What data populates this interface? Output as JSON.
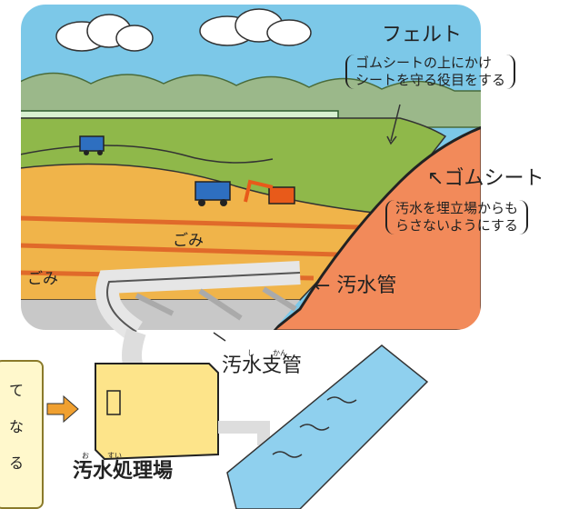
{
  "labels": {
    "felt": "フェルト",
    "felt_note": [
      "ゴムシートの上にかけ",
      "シートを守る役目をする"
    ],
    "rubber_sheet": "ゴムシート",
    "rubber_note": [
      "汚水を埋立場からも",
      "らさないようにする"
    ],
    "garbage_1": "ごみ",
    "garbage_2": "ごみ",
    "sewage_pipe": "← 汚水管",
    "branch_pipe": "汚水支管",
    "branch_ruby": [
      "し",
      "かん"
    ],
    "plant": "汚水処理場",
    "plant_ruby": [
      "お",
      "すい"
    ]
  },
  "left_note": {
    "chars": [
      "て",
      "な",
      "る"
    ]
  },
  "colors": {
    "sky": "#7cc8e8",
    "soil": "#f0b44a",
    "hill": "#f28a5a",
    "grass": "#8fb84a",
    "plant": "#fde48a",
    "water": "#8fd0ee"
  }
}
